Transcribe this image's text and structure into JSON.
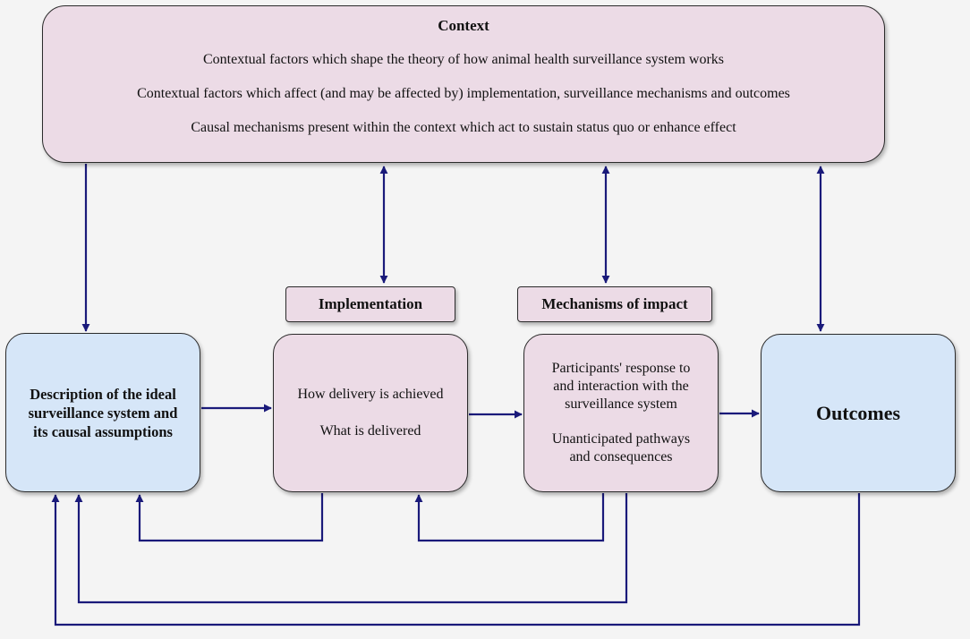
{
  "context": {
    "title": "Context",
    "lines": [
      "Contextual factors which shape the theory of how animal health surveillance system works",
      "Contextual factors which affect (and may be affected by) implementation, surveillance mechanisms and outcomes",
      "Causal mechanisms present within the context which act to sustain status quo or enhance effect"
    ]
  },
  "implementation_label": "Implementation",
  "mechanisms_label": "Mechanisms of impact",
  "description": {
    "lines": [
      "Description of the ideal",
      "surveillance system and",
      "its causal assumptions"
    ]
  },
  "implementation": {
    "items": [
      "How delivery is achieved",
      "What is delivered"
    ]
  },
  "mechanisms": {
    "items": [
      [
        "Participants' response to",
        "and interaction with the",
        "surveillance system"
      ],
      [
        "Unanticipated pathways",
        "and consequences"
      ]
    ]
  },
  "outcomes": "Outcomes",
  "colors": {
    "arrow": "#1a1a7a",
    "pink_box": "#ecdbe6",
    "blue_box": "#d6e6f8",
    "background": "#f4f4f4"
  }
}
